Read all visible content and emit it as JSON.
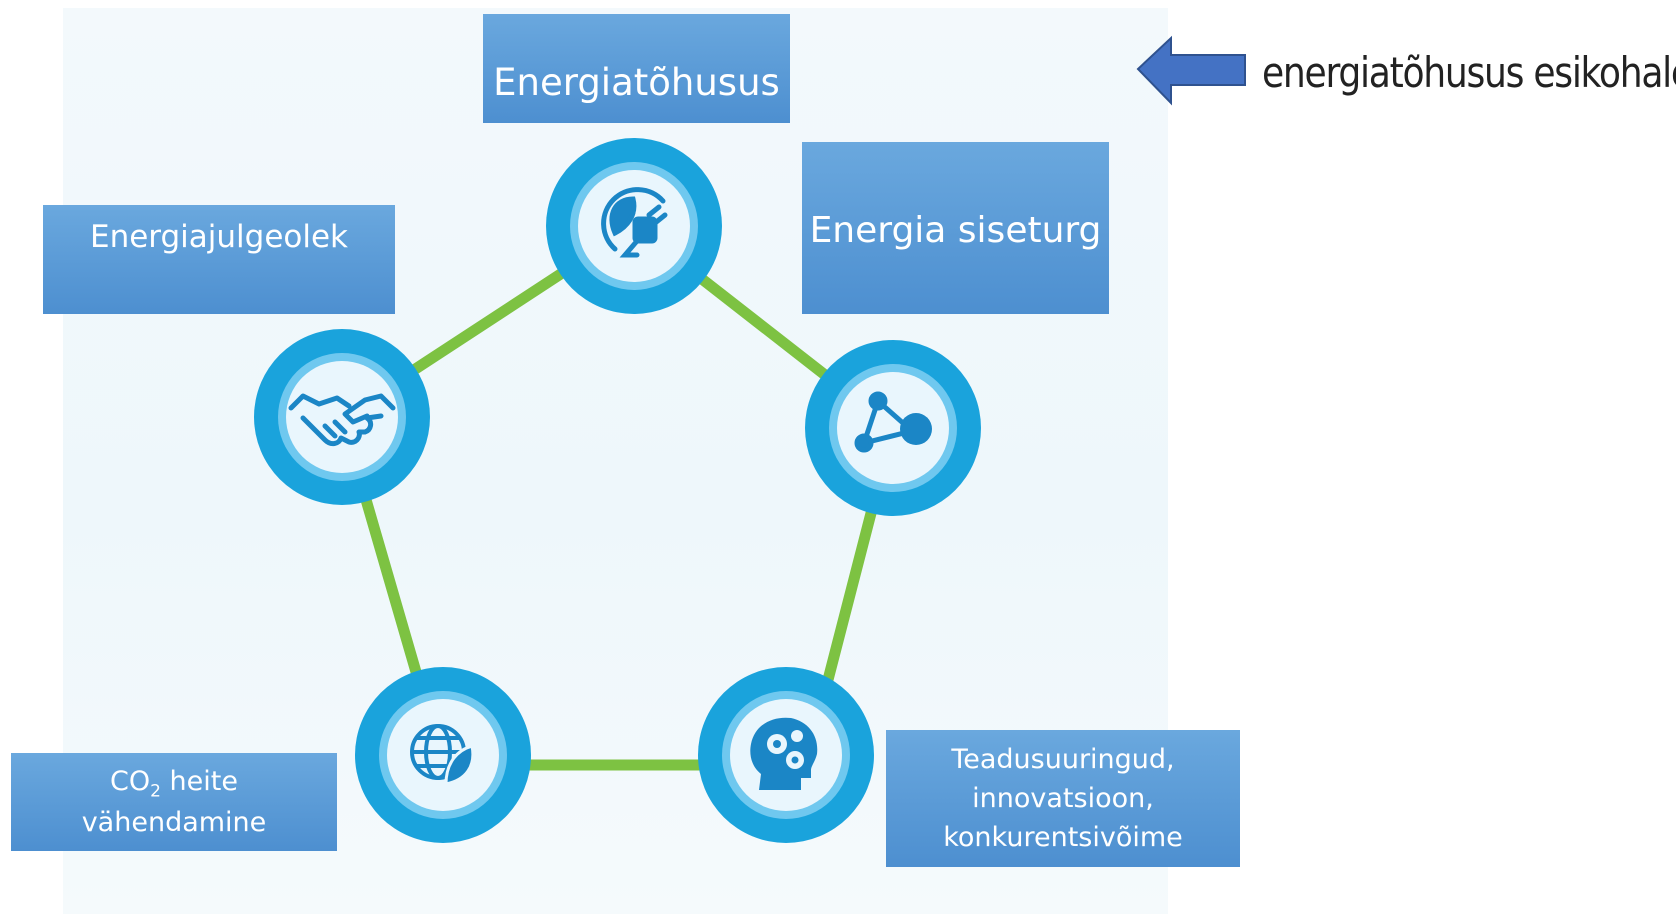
{
  "labels": {
    "efficiency": "Energiatõhusus",
    "internal_market": "Energia siseturg",
    "security": "Energiajulgeolek",
    "co2_line1": "CO",
    "co2_sub": "2",
    "co2_line1_rest": " heite",
    "co2_line2": "vähendamine",
    "research_line1": "Teadusuuringud,",
    "research_line2": "innovatsioon,",
    "research_line3": "konkurentsivõime"
  },
  "note": {
    "text": "energiatõhusus esikohale!"
  },
  "icons": {
    "efficiency": "leaf-plug-icon",
    "internal_market": "network-nodes-icon",
    "security": "handshake-icon",
    "co2": "globe-leaf-icon",
    "research": "head-gears-icon"
  },
  "colors": {
    "node_blue": "#1aa3dc",
    "connector_green": "#7dc242",
    "label_blue": "#5b9bd5",
    "arrow_blue": "#4472c4"
  }
}
